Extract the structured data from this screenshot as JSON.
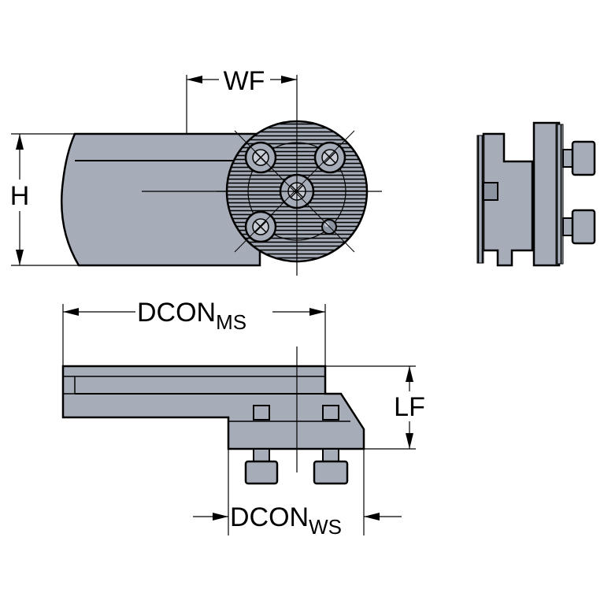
{
  "labels": {
    "wf": "WF",
    "h": "H",
    "dcon_ms_main": "DCON",
    "dcon_ms_sub": "MS",
    "lf": "LF",
    "dcon_ws_main": "DCON",
    "dcon_ws_sub": "WS"
  },
  "colors": {
    "body": "#a6adb9",
    "body_dark": "#8c94a2",
    "line": "#000000"
  }
}
